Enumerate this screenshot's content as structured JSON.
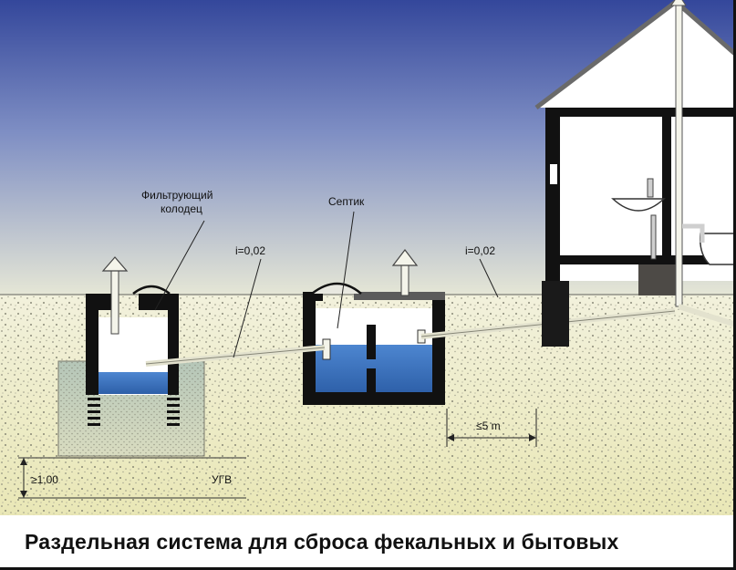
{
  "labels": {
    "filter_well_line1": "Фильтрующий",
    "filter_well_line2": "колодец",
    "septic": "Септик",
    "slope_left": "i=0,02",
    "slope_right": "i=0,02",
    "distance": "≤5 m",
    "depth": "≥1,00",
    "groundwater": "УГВ"
  },
  "caption": "Раздельная система для сброса фекальных и бытовых",
  "colors": {
    "sky_top": "#3a4fa0",
    "sky_bottom": "#dfe2d0",
    "ground": "#ecebc8",
    "water": "#3f74c2",
    "walls": "#111111"
  }
}
